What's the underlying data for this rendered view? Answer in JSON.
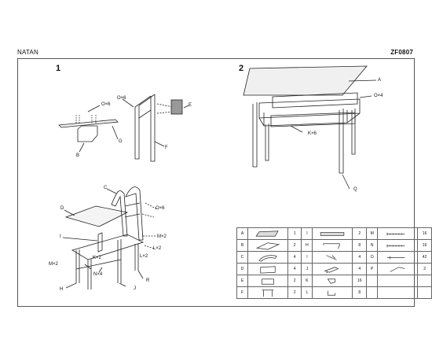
{
  "header": {
    "title": "NATAN",
    "code": "ZF0807"
  },
  "steps": [
    "1",
    "2"
  ],
  "labels": {
    "A": "A",
    "B": "B",
    "C": "C",
    "D": "D",
    "E": "E",
    "F": "F",
    "G": "G",
    "H": "H",
    "I": "I",
    "J": "J",
    "Q": "Q",
    "R": "R",
    "o6a": "O×6",
    "o6b": "O×6",
    "o6c": "O×6",
    "o4": "O×4",
    "k6": "K×6",
    "m2a": "M×2",
    "m2b": "M×2",
    "l2": "L×2",
    "k2": "K×2",
    "n4": "N×4"
  },
  "parts": [
    [
      {
        "l": "A",
        "q": "1",
        "icon": "board"
      },
      {
        "l": "I",
        "q": "2",
        "icon": "rail"
      },
      {
        "l": "M",
        "q": "16",
        "icon": "screw"
      }
    ],
    [
      {
        "l": "B",
        "q": "2",
        "icon": "frame"
      },
      {
        "l": "H",
        "q": "8",
        "icon": "leg"
      },
      {
        "l": "N",
        "q": "16",
        "icon": "screw"
      }
    ],
    [
      {
        "l": "C",
        "q": "4",
        "icon": "curve"
      },
      {
        "l": "I",
        "q": "4",
        "icon": "bolt"
      },
      {
        "l": "O",
        "q": "42",
        "icon": "cam"
      }
    ],
    [
      {
        "l": "D",
        "q": "4",
        "icon": "seat"
      },
      {
        "l": "J",
        "q": "4",
        "icon": "bracket"
      },
      {
        "l": "P",
        "q": "2",
        "icon": "key"
      }
    ],
    [
      {
        "l": "E",
        "q": "2",
        "icon": "square"
      },
      {
        "l": "K",
        "q": "16",
        "icon": "connector"
      },
      {
        "l": "",
        "q": "",
        "icon": ""
      }
    ],
    [
      {
        "l": "F",
        "q": "2",
        "icon": "legframe"
      },
      {
        "l": "L",
        "q": "8",
        "icon": "hook"
      },
      {
        "l": "",
        "q": "",
        "icon": ""
      }
    ]
  ]
}
